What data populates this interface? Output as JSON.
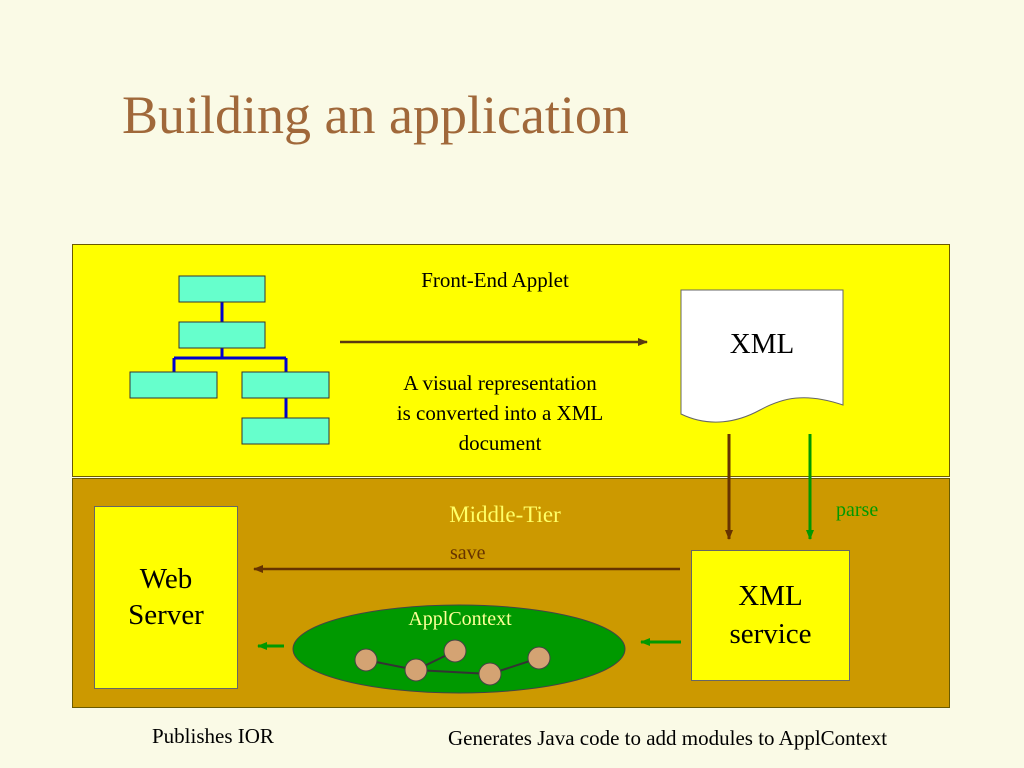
{
  "title": "Building an application",
  "front_end": {
    "label": "Front-End Applet",
    "description_lines": [
      "A visual representation",
      "is converted into a XML",
      "document"
    ],
    "xml_doc_label": "XML"
  },
  "middle_tier": {
    "label": "Middle-Tier",
    "web_server_lines": [
      "Web",
      "Server"
    ],
    "xml_service_lines": [
      "XML",
      "service"
    ],
    "save_label": "save",
    "parse_label": "parse",
    "appl_context_label": "ApplContext"
  },
  "footer": {
    "publishes": "Publishes IOR",
    "generates": "Generates Java code to add modules to ApplContext"
  },
  "colors": {
    "title": "#a0683a",
    "front_end_bg": "#ffff00",
    "middle_tier_bg": "#cc9900",
    "tree_node": "#66ffcc",
    "tree_line": "#0000cc",
    "ellipse": "#009900",
    "graph_node": "#d4a373",
    "middle_tier_text": "#ffff66",
    "parse_arrow": "#009900",
    "save_arrow": "#663300"
  }
}
